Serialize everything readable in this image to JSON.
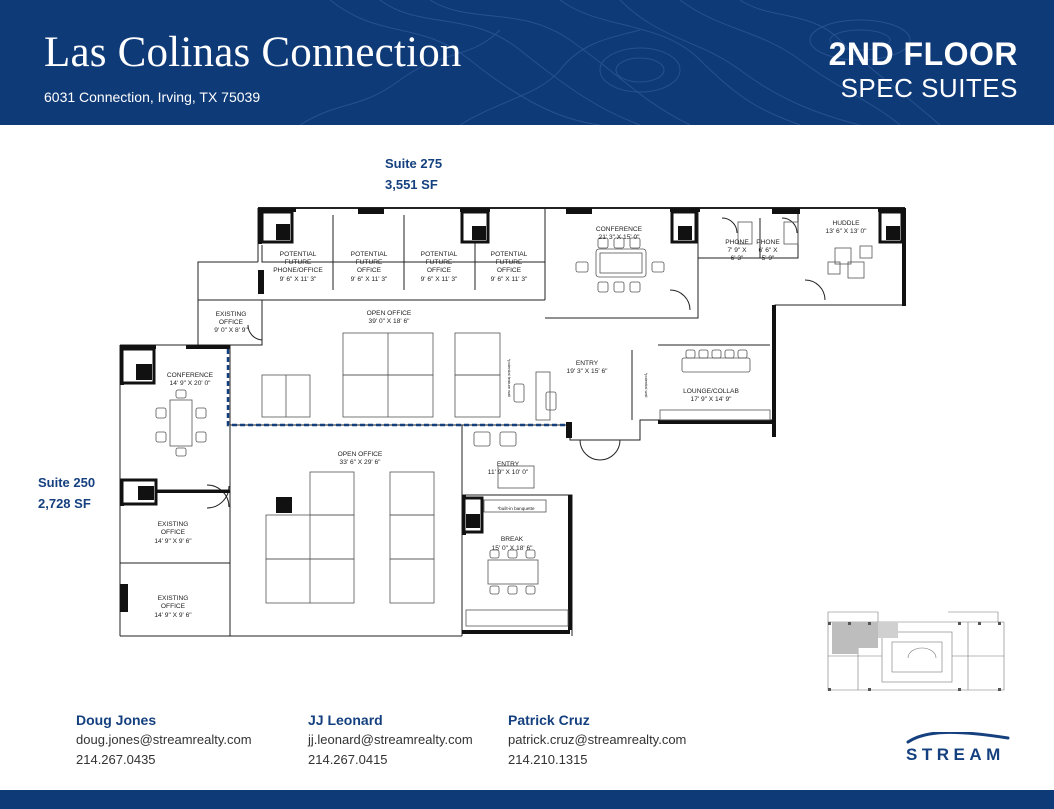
{
  "header": {
    "title": "Las Colinas Connection",
    "address": "6031 Connection, Irving, TX 75039",
    "floor": "2ND FLOOR",
    "subtitle": "SPEC SUITES"
  },
  "suites": [
    {
      "name": "Suite 275",
      "area": "3,551 SF"
    },
    {
      "name": "Suite 250",
      "area": "2,728 SF"
    }
  ],
  "rooms": {
    "pf1": [
      "POTENTIAL",
      "FUTURE",
      "PHONE/OFFICE",
      "9' 6\" X 11' 3\""
    ],
    "pf2": [
      "POTENTIAL",
      "FUTURE",
      "OFFICE",
      "9' 6\" X 11' 3\""
    ],
    "pf3": [
      "POTENTIAL",
      "FUTURE",
      "OFFICE",
      "9' 6\" X 11' 3\""
    ],
    "pf4": [
      "POTENTIAL",
      "FUTURE",
      "OFFICE",
      "9' 6\" X 11' 3\""
    ],
    "conference_top": [
      "CONFERENCE",
      "21' 3\" X 15' 0\""
    ],
    "phone1": [
      "PHONE",
      "7' 9\" X",
      "6' 3\""
    ],
    "phone2": [
      "PHONE",
      "6' 6\" X",
      "5' 9\""
    ],
    "huddle": [
      "HUDDLE",
      "13' 6\" X 13' 0\""
    ],
    "existing_office_top": [
      "EXISTING",
      "OFFICE",
      "9' 0\" X 8' 9\""
    ],
    "open_office_top": [
      "OPEN OFFICE",
      "39' 0\" X 18' 6\""
    ],
    "conference_left": [
      "CONFERENCE",
      "14' 9\" X 20' 0\""
    ],
    "entry_main": [
      "ENTRY",
      "19' 3\" X 15' 6\""
    ],
    "lounge": [
      "LOUNGE/COLLAB",
      "17' 9\" X 14' 9\""
    ],
    "open_office_bottom": [
      "OPEN OFFICE",
      "33' 6\" X 29' 6\""
    ],
    "entry_small": [
      "ENTRY",
      "11' 9\" X 10' 0\""
    ],
    "existing_office_mid": [
      "EXISTING",
      "OFFICE",
      "14' 9\" X 9' 6\""
    ],
    "existing_office_low": [
      "EXISTING",
      "OFFICE",
      "14' 9\" X 9' 6\""
    ],
    "break": [
      "BREAK",
      "15' 0\" X 18' 6\""
    ]
  },
  "notes": {
    "banquette": "*built-in banquette",
    "potential_feature_wall_1": "*potential feature wall",
    "potential_wall": "*potential wall"
  },
  "contacts": [
    {
      "name": "Doug Jones",
      "email": "doug.jones@streamrealty.com",
      "phone": "214.267.0435"
    },
    {
      "name": "JJ Leonard",
      "email": "jj.leonard@streamrealty.com",
      "phone": "214.267.0415"
    },
    {
      "name": "Patrick Cruz",
      "email": "patrick.cruz@streamrealty.com",
      "phone": "214.210.1315"
    }
  ],
  "logo": {
    "text": "STREAM",
    "icon": "wave-logo-icon"
  },
  "colors": {
    "brand": "#0f3a78",
    "label": "#15407f"
  }
}
